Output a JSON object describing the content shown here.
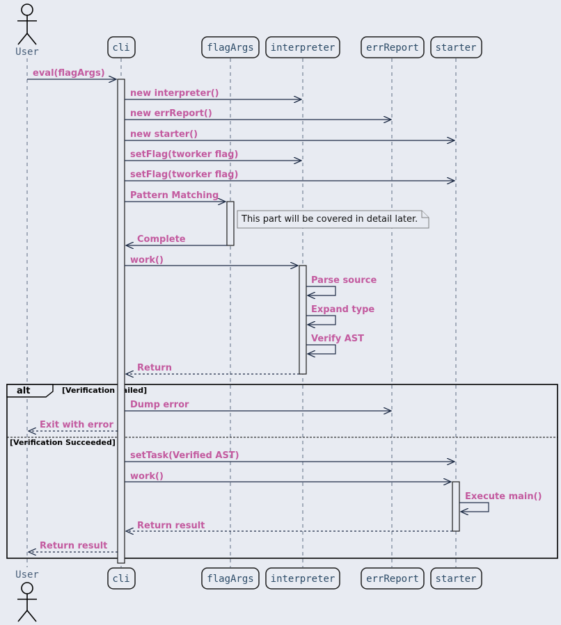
{
  "participants": [
    {
      "id": "user",
      "name": "User",
      "kind": "actor"
    },
    {
      "id": "cli",
      "name": "cli",
      "kind": "participant"
    },
    {
      "id": "flagArgs",
      "name": "flagArgs",
      "kind": "participant"
    },
    {
      "id": "interpreter",
      "name": "interpreter",
      "kind": "participant"
    },
    {
      "id": "errReport",
      "name": "errReport",
      "kind": "participant"
    },
    {
      "id": "starter",
      "name": "starter",
      "kind": "participant"
    }
  ],
  "messages": [
    {
      "from": "user",
      "to": "cli",
      "label": "eval(flagArgs)",
      "style": "solid"
    },
    {
      "from": "cli",
      "to": "interpreter",
      "label": "new interpreter()",
      "style": "solid"
    },
    {
      "from": "cli",
      "to": "errReport",
      "label": "new errReport()",
      "style": "solid"
    },
    {
      "from": "cli",
      "to": "starter",
      "label": "new starter()",
      "style": "solid"
    },
    {
      "from": "cli",
      "to": "interpreter",
      "label": "setFlag(tworker flag)",
      "style": "solid"
    },
    {
      "from": "cli",
      "to": "starter",
      "label": "setFlag(tworker flag)",
      "style": "solid"
    },
    {
      "from": "cli",
      "to": "flagArgs",
      "label": "Pattern Matching",
      "style": "solid"
    },
    {
      "from": "flagArgs",
      "to": "cli",
      "label": "Complete",
      "style": "solid"
    },
    {
      "from": "cli",
      "to": "interpreter",
      "label": "work()",
      "style": "solid"
    },
    {
      "from": "interpreter",
      "to": "interpreter",
      "label": "Parse source",
      "style": "solid"
    },
    {
      "from": "interpreter",
      "to": "interpreter",
      "label": "Expand type",
      "style": "solid"
    },
    {
      "from": "interpreter",
      "to": "interpreter",
      "label": "Verify AST",
      "style": "solid"
    },
    {
      "from": "interpreter",
      "to": "cli",
      "label": "Return",
      "style": "dashed"
    },
    {
      "from": "cli",
      "to": "errReport",
      "label": "Dump error",
      "style": "solid"
    },
    {
      "from": "cli",
      "to": "user",
      "label": "Exit with error",
      "style": "dashed"
    },
    {
      "from": "cli",
      "to": "starter",
      "label": "setTask(Verified AST)",
      "style": "solid"
    },
    {
      "from": "cli",
      "to": "starter",
      "label": "work()",
      "style": "solid"
    },
    {
      "from": "starter",
      "to": "starter",
      "label": "Execute main()",
      "style": "solid"
    },
    {
      "from": "starter",
      "to": "cli",
      "label": "Return result",
      "style": "dashed"
    },
    {
      "from": "cli",
      "to": "user",
      "label": "Return result",
      "style": "dashed"
    }
  ],
  "note": {
    "over": "flagArgs",
    "text": "This part will be covered in detail later."
  },
  "alt_frame": {
    "label": "alt",
    "guards": [
      "[Verification Failed]",
      "[Verification Succeeded]"
    ]
  },
  "colors": {
    "background": "#e8ebf2",
    "message_label": "#c35a9f",
    "arrow": "#1d2b45",
    "participant_text": "#2b4a66"
  }
}
